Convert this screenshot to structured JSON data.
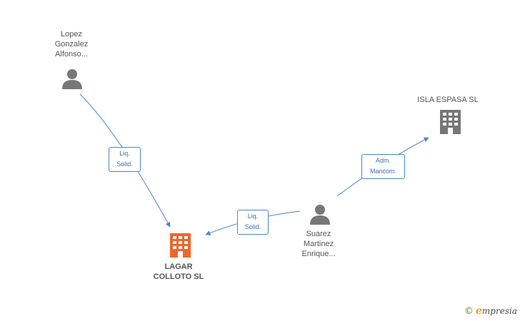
{
  "nodes": {
    "lopez": {
      "lines": [
        "Lopez",
        "Gonzalez",
        "Alfonso..."
      ],
      "type": "person"
    },
    "suarez": {
      "lines": [
        "Suarez",
        "Martinez",
        "Enrique..."
      ],
      "type": "person"
    },
    "lagar": {
      "lines": [
        "LAGAR",
        "COLLOTO SL"
      ],
      "type": "company-main"
    },
    "isla": {
      "lines": [
        "ISLA ESPASA SL"
      ],
      "type": "company"
    }
  },
  "edges": {
    "lopez_lagar": {
      "lines": [
        "Liq.",
        "Solid."
      ]
    },
    "suarez_lagar": {
      "lines": [
        "Liq.",
        "Solid."
      ]
    },
    "suarez_isla": {
      "lines": [
        "Adm.",
        "Mancom."
      ]
    }
  },
  "colors": {
    "edge": "#4a86c7",
    "person_icon": "#777777",
    "company_icon": "#777777",
    "main_company_icon": "#f0652a"
  },
  "brand": {
    "copyright": "©",
    "initial": "e",
    "rest": "mpresia"
  }
}
